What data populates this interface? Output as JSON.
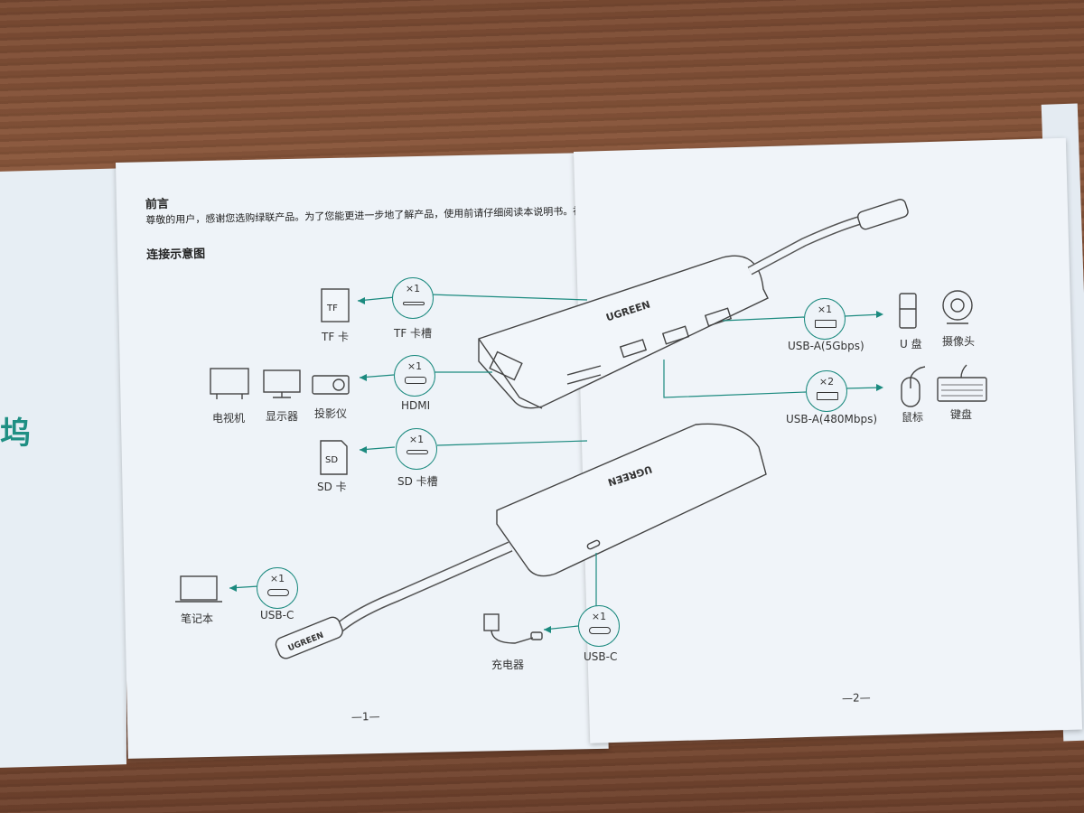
{
  "left_page": {
    "side_char": "坞",
    "foreword_title": "前言",
    "foreword_text": "尊敬的用户，感谢您选购绿联产品。为了您能更进一步地了解产品，使用前请仔细阅读本说明书。祝您体验愉快！",
    "diagram_title": "连接示意图",
    "page_number": "—1—"
  },
  "right_page": {
    "page_number": "—2—"
  },
  "ports": [
    {
      "id": "tf",
      "count": "×1",
      "label": "TF 卡槽"
    },
    {
      "id": "hdmi",
      "count": "×1",
      "label": "HDMI"
    },
    {
      "id": "sd",
      "count": "×1",
      "label": "SD 卡槽"
    },
    {
      "id": "usbc_host",
      "count": "×1",
      "label": "USB-C"
    },
    {
      "id": "usbc_pd",
      "count": "×1",
      "label": "USB-C"
    },
    {
      "id": "usba_5g",
      "count": "×1",
      "label": "USB-A(5Gbps)"
    },
    {
      "id": "usba_480",
      "count": "×2",
      "label": "USB-A(480Mbps)"
    }
  ],
  "devices": {
    "tf_card": "TF 卡",
    "tf_card_icon_text": "TF",
    "tv": "电视机",
    "monitor": "显示器",
    "projector": "投影仪",
    "sd_card": "SD 卡",
    "sd_card_icon_text": "SD",
    "laptop": "笔记本",
    "charger": "充电器",
    "u_disk": "U 盘",
    "webcam": "摄像头",
    "mouse": "鼠标",
    "keyboard": "键盘"
  },
  "brand": "UGREEN",
  "accent_color": "#1b8a7f"
}
